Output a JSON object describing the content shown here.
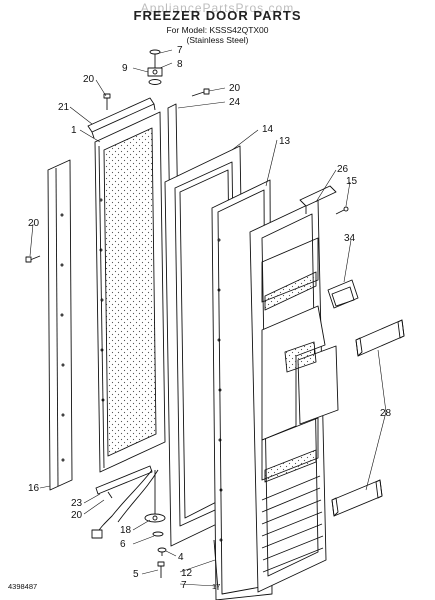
{
  "header": {
    "watermark": "AppliancePartsPros.com",
    "title": "FREEZER DOOR PARTS",
    "model_line": "For Model: KSSS42QTX00",
    "finish_line": "(Stainless Steel)"
  },
  "callouts": [
    "7",
    "8",
    "9",
    "20",
    "20",
    "24",
    "21",
    "1",
    "14",
    "13",
    "26",
    "15",
    "34",
    "20",
    "28",
    "16",
    "23",
    "20",
    "18",
    "6",
    "4",
    "12",
    "7",
    "5"
  ],
  "footer": {
    "doc_number": "4398487",
    "page_number": "17"
  },
  "colors": {
    "line": "#111111",
    "stipple": "#555555",
    "background": "#ffffff"
  }
}
